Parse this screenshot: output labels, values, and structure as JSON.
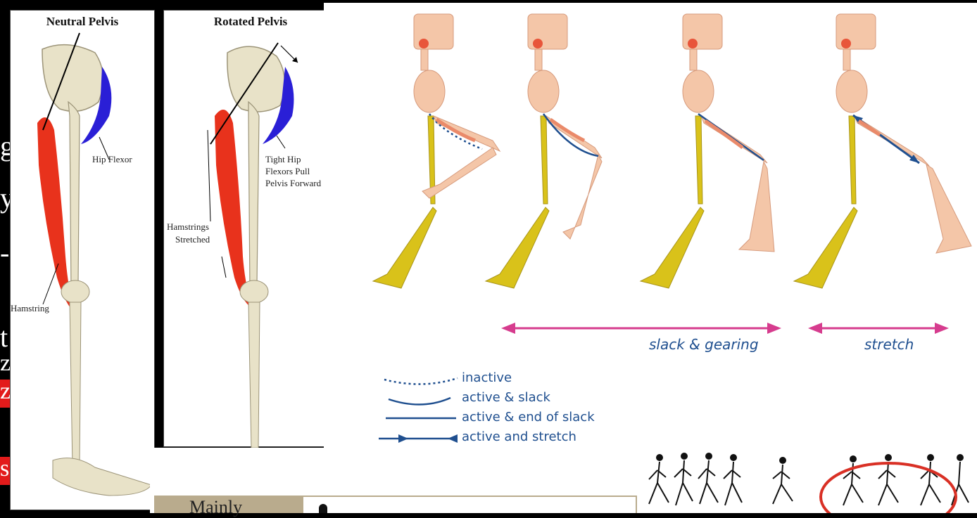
{
  "background_slide": {
    "fragments": [
      "g",
      "y",
      "-",
      "t",
      "z",
      "z",
      "s"
    ]
  },
  "pelvis_figure": {
    "neutral": {
      "title": "Neutral Pelvis",
      "labels": {
        "hip_flexor": "Hip Flexor",
        "hamstring": "Hamstring"
      }
    },
    "rotated": {
      "title": "Rotated Pelvis",
      "labels": {
        "tight_hip_flexors": [
          "Tight Hip",
          "Flexors Pull",
          "Pelvis Forward"
        ],
        "hamstrings_stretched": [
          "Hamstrings",
          "Stretched"
        ]
      }
    },
    "colors": {
      "hamstring": "#e8321c",
      "hip_flexor": "#2a1fd6",
      "bone": "#e8e2c8"
    }
  },
  "gait_figure": {
    "phases": {
      "slack_gearing": "slack & gearing",
      "stretch": "stretch"
    },
    "legend": [
      "inactive",
      "active & slack",
      "active & end of slack",
      "active and stretch"
    ],
    "colors": {
      "arrow": "#d63c8e",
      "line": "#1f4f8f",
      "femur": "#d9c21a",
      "skin": "#f4c6a8",
      "muscle": "#ea8a6a"
    }
  },
  "table_strip": {
    "cell": "Mainly"
  },
  "runners_figure": {
    "highlight_color": "#d93025"
  }
}
